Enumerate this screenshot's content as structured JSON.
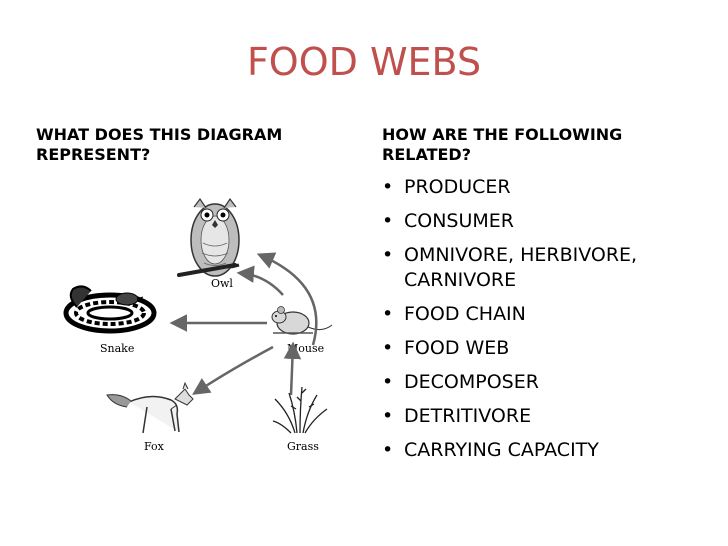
{
  "slide": {
    "title": "FOOD WEBS",
    "left_heading": "WHAT DOES THIS DIAGRAM REPRESENT?",
    "right_heading": "HOW ARE THE FOLLOWING RELATED?",
    "bullets": [
      "PRODUCER",
      "CONSUMER",
      "OMNIVORE, HERBIVORE, CARNIVORE",
      "FOOD CHAIN",
      "FOOD WEB",
      "DECOMPOSER",
      "DETRITIVORE",
      "CARRYING CAPACITY"
    ],
    "bullet_symbol": "•",
    "title_color": "#c0504d"
  },
  "diagram": {
    "labels": {
      "owl": "Owl",
      "snake": "Snake",
      "mouse": "Mouse",
      "fox": "Fox",
      "grass": "Grass"
    }
  }
}
